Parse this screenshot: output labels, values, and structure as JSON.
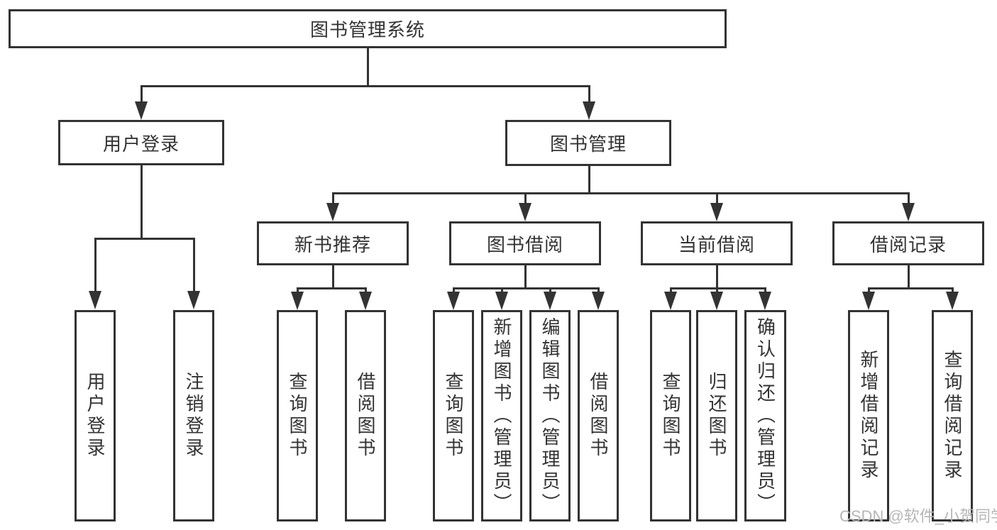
{
  "tree": {
    "label": "图书管理系统",
    "children": [
      {
        "label": "用户登录",
        "children": [
          {
            "label": "用户登录"
          },
          {
            "label": "注销登录"
          }
        ]
      },
      {
        "label": "图书管理",
        "children": [
          {
            "label": "新书推荐",
            "children": [
              {
                "label": "查询图书"
              },
              {
                "label": "借阅图书"
              }
            ]
          },
          {
            "label": "图书借阅",
            "children": [
              {
                "label": "查询图书"
              },
              {
                "label": "新增图书（管理员）"
              },
              {
                "label": "编辑图书（管理员）"
              },
              {
                "label": "借阅图书"
              }
            ]
          },
          {
            "label": "当前借阅",
            "children": [
              {
                "label": "查询图书"
              },
              {
                "label": "归还图书"
              },
              {
                "label": "确认归还（管理员）"
              }
            ]
          },
          {
            "label": "借阅记录",
            "children": [
              {
                "label": "新增借阅记录"
              },
              {
                "label": "查询借阅记录"
              }
            ]
          }
        ]
      }
    ]
  },
  "watermark": {
    "text": "CSDN @软件_小贺同学"
  },
  "colors": {
    "line": "#333333",
    "text": "#333333",
    "watermark": "#b6b6b6",
    "background": "#ffffff"
  }
}
